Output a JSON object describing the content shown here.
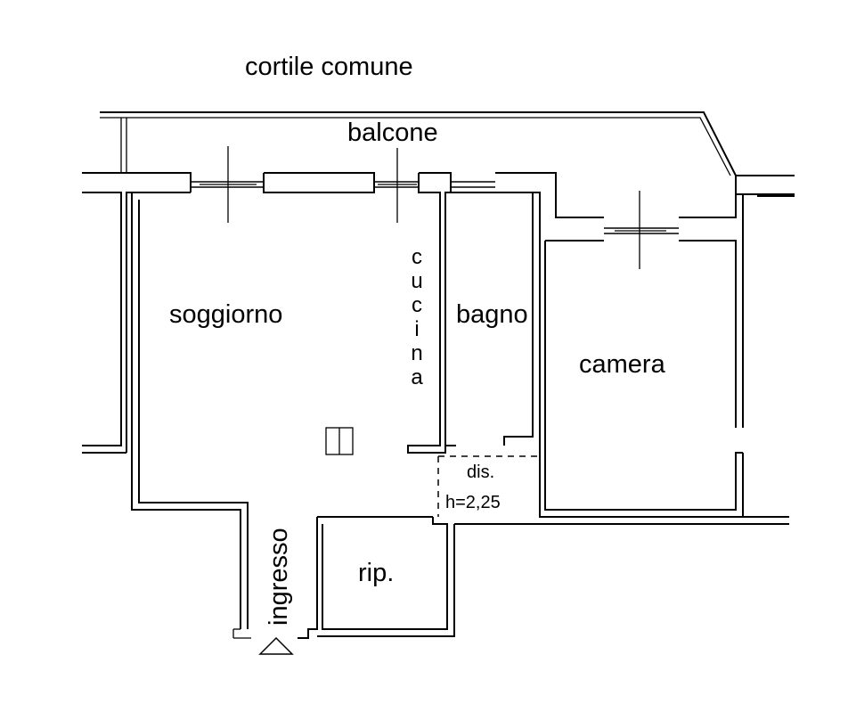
{
  "labels": {
    "courtyard": "cortile comune",
    "balcony": "balcone",
    "living": "soggiorno",
    "kitchen": "cucina",
    "bathroom": "bagno",
    "bedroom": "camera",
    "hallway": "dis.",
    "hallway_height": "h=2,25",
    "entrance": "ingresso",
    "storage": "rip."
  }
}
